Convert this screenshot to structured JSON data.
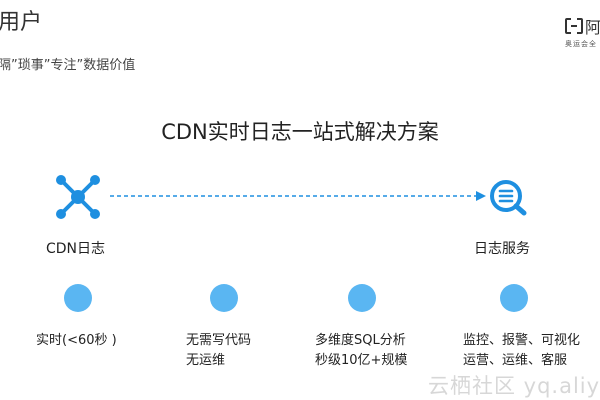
{
  "header": {
    "title_partial": "用户",
    "subtitle_partial": "隔”琐事”专注”数据价值"
  },
  "logo": {
    "char": "阿",
    "small_text": "奥运会全"
  },
  "main": {
    "title": "CDN实时日志一站式解决方案"
  },
  "flow": {
    "source_label": "CDN日志",
    "target_label": "日志服务",
    "source_icon": "network-nodes-icon",
    "target_icon": "search-log-icon",
    "arrow_style": "dashed",
    "accent_color": "#1e8fe0",
    "dot_color": "#5ab6f2"
  },
  "features": [
    {
      "line1": "实时(<60秒 )",
      "line2": ""
    },
    {
      "line1": "无需写代码",
      "line2": "无运维"
    },
    {
      "line1": "多维度SQL分析",
      "line2": "秒级10亿+规模"
    },
    {
      "line1": "监控、报警、可视化",
      "line2": "运营、运维、客服"
    }
  ],
  "watermark": "云栖社区 yq.aliy"
}
